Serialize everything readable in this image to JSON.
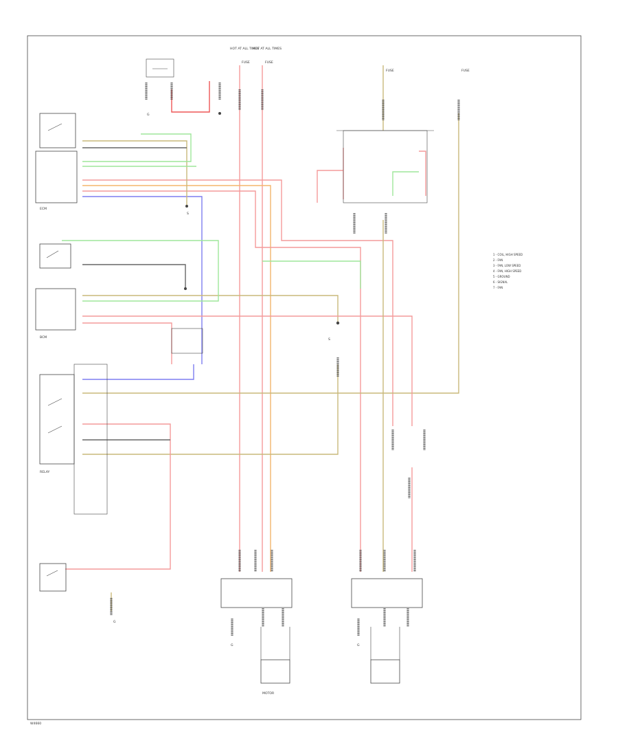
{
  "colors": {
    "red": "#f49a9a",
    "orange": "#f3b56c",
    "green": "#9ee69a",
    "blue": "#7d7df0",
    "olive": "#c9b87a",
    "gray": "#555555",
    "bright_red": "#ee5555"
  },
  "footer": {
    "code": "W4660"
  },
  "labels": {
    "hot_at_all_times_1": "HOT AT ALL TIMES",
    "hot_at_all_times_2": "HOT AT ALL TIMES",
    "fuse_a": "FUSE",
    "fuse_b": "FUSE",
    "fuse_c": "FUSE",
    "fuse_d": "FUSE",
    "ground_a": "G",
    "ground_b": "G",
    "ground_c": "G",
    "ground_d": "G",
    "splice_a": "S",
    "splice_b": "S",
    "component_a": "ECM",
    "component_b": "BCM",
    "component_c": "RELAY",
    "component_d": "MOTOR"
  },
  "legend": {
    "items": [
      "1 - COIL, HIGH SPEED",
      "2 - FAN",
      "3 - FAN, LOW SPEED",
      "4 - FAN, HIGH SPEED",
      "5 - GROUND",
      "6 - SIGNAL",
      "7 - FAN"
    ]
  }
}
